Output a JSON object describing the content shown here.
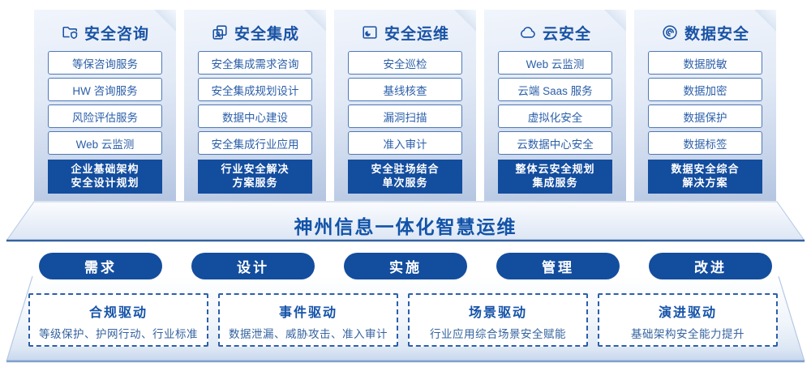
{
  "columns": [
    {
      "title": "安全咨询",
      "icon": "folder-shield-icon",
      "items": [
        "等保咨询服务",
        "HW 咨询服务",
        "风险评估服务",
        "Web 云监测"
      ],
      "footer_lines": [
        "企业基础架构",
        "安全设计规划"
      ]
    },
    {
      "title": "安全集成",
      "icon": "stacked-docs-icon",
      "items": [
        "安全集成需求咨询",
        "安全集成规划设计",
        "数据中心建设",
        "安全集成行业应用"
      ],
      "footer_lines": [
        "行业安全解决",
        "方案服务"
      ]
    },
    {
      "title": "安全运维",
      "icon": "monitor-clock-icon",
      "items": [
        "安全巡检",
        "基线核查",
        "漏洞扫描",
        "准入审计"
      ],
      "footer_lines": [
        "安全驻场结合",
        "单次服务"
      ]
    },
    {
      "title": "云安全",
      "icon": "cloud-icon",
      "items": [
        "Web 云监测",
        "云端 Saas 服务",
        "虚拟化安全",
        "云数据中心安全"
      ],
      "footer_lines": [
        "整体云安全规划",
        "集成服务"
      ]
    },
    {
      "title": "数据安全",
      "icon": "fingerprint-icon",
      "items": [
        "数据脱敏",
        "数据加密",
        "数据保护",
        "数据标签"
      ],
      "footer_lines": [
        "数据安全综合",
        "解决方案"
      ]
    }
  ],
  "banner": {
    "title": "神州信息一体化智慧运维"
  },
  "phases": [
    "需求",
    "设计",
    "实施",
    "管理",
    "改进"
  ],
  "drivers": [
    {
      "title": "合规驱动",
      "desc": "等级保护、护网行动、行业标准"
    },
    {
      "title": "事件驱动",
      "desc": "数据泄漏、威胁攻击、准入审计"
    },
    {
      "title": "场景驱动",
      "desc": "行业应用综合场景安全赋能"
    },
    {
      "title": "演进驱动",
      "desc": "基础架构安全能力提升"
    }
  ],
  "colors": {
    "primary_blue": "#1a53a5",
    "deep_blue": "#134d9e",
    "item_text_blue": "#2b5fa9",
    "item_border_blue": "#4e78b6",
    "card_gradient_top": "#f1f5fc",
    "card_gradient_bottom": "#b4c5e1",
    "platform_edge_blue": "#7e9fcc",
    "banner_edge_blue": "#35629f",
    "dashed_border_blue": "#2e5fa9"
  }
}
